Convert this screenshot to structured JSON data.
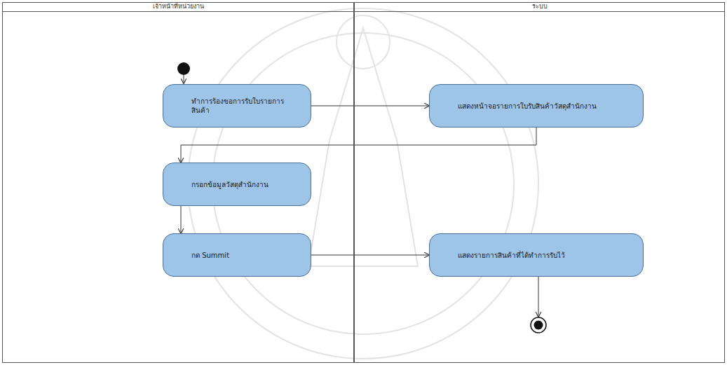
{
  "diagram": {
    "nodes": [
      {
        "text": [
          "เจ้าหน้าที่หน่วยงาน"
        ]
      },
      {
        "text": [
          "ระบบ"
        ]
      },
      {
        "text": [
          "ทำการร้องขอการรับใบรายการสินค้า"
        ],
        "in": 0
      },
      {
        "text": [
          "แสดงหน้าจอรายการใบรับสินค้าวัสดุสำนักงาน"
        ],
        "in": 1
      },
      {
        "text": [
          "กรอกข้อมูลวัสดุสำนักงาน"
        ],
        "in": 0
      },
      {
        "text": [
          "กด Summit"
        ],
        "in": 0
      },
      {
        "text": [
          "แสดงรายการสินค้าที่ได้ทำการรับไว้"
        ],
        "in": 1
      }
    ],
    "edges": [
      {
        "from": 2,
        "to": 3,
        "arrow": "to"
      },
      {
        "from": 3,
        "to": 4,
        "arrow": "to"
      },
      {
        "from": 4,
        "to": 5,
        "arrow": "to"
      },
      {
        "from": 5,
        "to": 6,
        "arrow": "to"
      }
    ]
  }
}
